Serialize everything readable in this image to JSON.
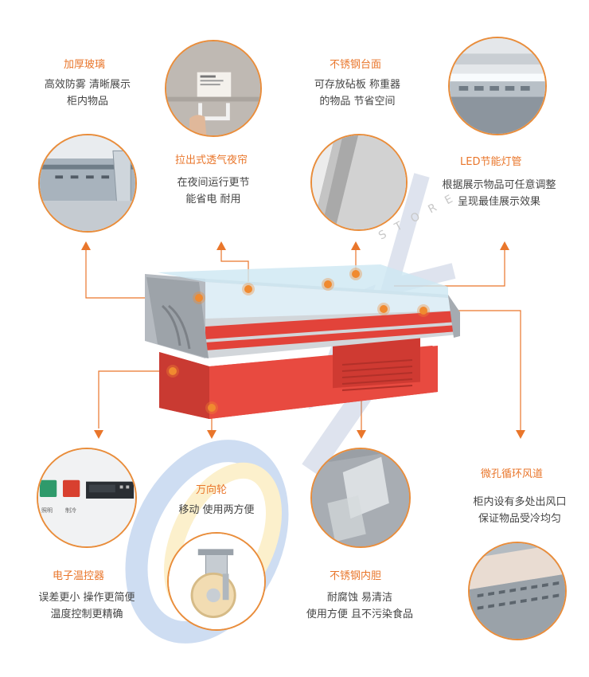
{
  "features": {
    "glass": {
      "title": "加厚玻璃",
      "desc": [
        "高效防雾 清晰展示",
        "柜内物品"
      ]
    },
    "curtain": {
      "title": "拉出式透气夜帘",
      "desc": [
        "在夜间运行更节",
        "能省电 耐用"
      ]
    },
    "steel_top": {
      "title": "不锈钢台面",
      "desc": [
        "可存放砧板 称重器",
        "的物品 节省空间"
      ]
    },
    "led": {
      "title": "LED节能灯管",
      "desc": [
        "根据展示物品可任意调整",
        "呈现最佳展示效果"
      ]
    },
    "caster": {
      "title": "万向轮",
      "desc": [
        "移动 使用两方便"
      ]
    },
    "thermostat": {
      "title": "电子温控器",
      "desc": [
        "误差更小 操作更简便",
        "温度控制更精确"
      ]
    },
    "liner": {
      "title": "不锈钢内胆",
      "desc": [
        "耐腐蚀 易清洁",
        "使用方便 且不污染食品"
      ]
    },
    "airflow": {
      "title": "微孔循环风道",
      "desc": [
        "柜内设有多处出风口",
        "保证物品受冷均匀"
      ]
    }
  },
  "thermostat_panel": {
    "button1": "照明",
    "button2": "制冷"
  },
  "watermark": {
    "letters": "STORE"
  },
  "colors": {
    "accent": "#e9762b",
    "cabinet_red": "#e2433a",
    "steel": "#b9bec4"
  }
}
